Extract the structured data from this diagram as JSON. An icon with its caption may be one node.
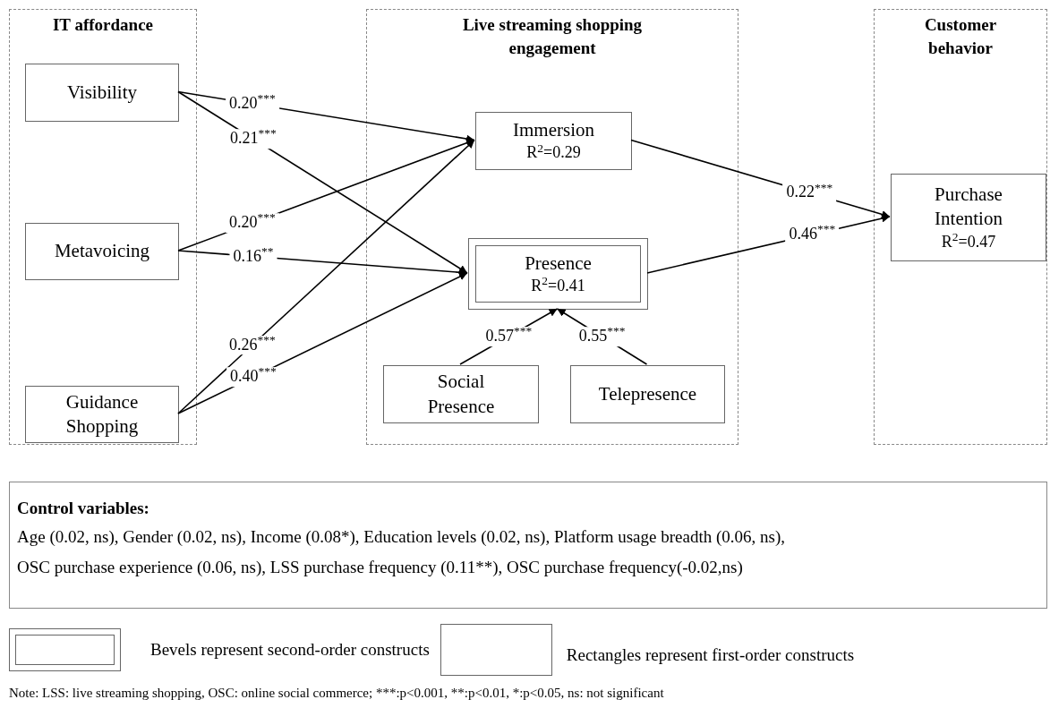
{
  "diagram": {
    "nodes": [
      {
        "text": [
          "IT affordance"
        ]
      },
      {
        "text": [
          "Visibility"
        ],
        "in": 0
      },
      {
        "text": [
          "Metavoicing"
        ],
        "in": 0
      },
      {
        "text": [
          "Guidance Shopping"
        ],
        "in": 0
      },
      {
        "text": [
          "Live streaming shopping engagement"
        ]
      },
      {
        "text": [
          "Immersion",
          "R$^{2}$=0.29"
        ],
        "in": 4
      },
      {
        "text": [
          "Presence",
          "R$^{2}$=0.41"
        ],
        "in": 4
      },
      {
        "text": [
          "Social Presence"
        ],
        "in": 4
      },
      {
        "text": [
          "Telepresence"
        ],
        "in": 4
      },
      {
        "text": [
          "Customer behavior"
        ]
      },
      {
        "text": [
          "Purchase Intention",
          "R$^{2}$=0.47"
        ],
        "in": 9
      },
      {
        "text": [
          "Control variables:",
          "Age (0.02, ns), Gender (0.02, ns), Income (0.08*), Education levels (0.02, ns), Platform usage breadth (0.06, ns), OSC purchase experience (0.06, ns), LSS purchase frequency (0.11**), OSC purchase frequency(-0.02,ns)"
        ]
      }
    ],
    "edges": [
      {
        "from": 1,
        "to": 5,
        "arrow": "to",
        "label": "0.20$^{***}$"
      },
      {
        "from": 1,
        "to": 6,
        "arrow": "to",
        "label": "0.21$^{***}$"
      },
      {
        "from": 2,
        "to": 5,
        "arrow": "to",
        "label": "0.20$^{***}$"
      },
      {
        "from": 2,
        "to": 6,
        "arrow": "to",
        "label": "0.16$^{**}$"
      },
      {
        "from": 3,
        "to": 5,
        "arrow": "to",
        "label": "0.26$^{***}$"
      },
      {
        "from": 3,
        "to": 6,
        "arrow": "to",
        "label": "0.40$^{***}$"
      },
      {
        "from": 7,
        "to": 6,
        "arrow": "to",
        "label": "0.57$^{***}$"
      },
      {
        "from": 8,
        "to": 6,
        "arrow": "to",
        "label": "0.55$^{***}$"
      },
      {
        "from": 5,
        "to": 10,
        "arrow": "to",
        "label": "0.22$^{***}$"
      },
      {
        "from": 6,
        "to": 10,
        "arrow": "to",
        "label": "0.46$^{***}$"
      }
    ],
    "labels": [
      "Note: LSS: live streaming shopping, OSC: online social commerce; ***:p<0.001, **:p<0.01, *:p<0.05, ns: not significant"
    ],
    "legend": [
      {
        "text": "Bevels represent second-order constructs"
      },
      {
        "text": "Rectangles represent first-order constructs"
      }
    ]
  }
}
